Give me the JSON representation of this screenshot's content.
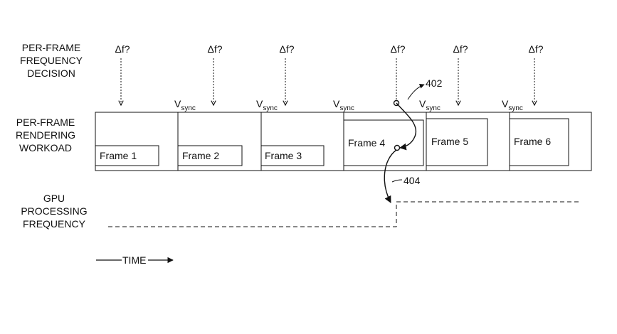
{
  "row_labels": {
    "decision": [
      "PER-FRAME",
      "FREQUENCY",
      "DECISION"
    ],
    "workload": [
      "PER-FRAME",
      "RENDERING",
      "WORKOAD"
    ],
    "gpu": [
      "GPU",
      "PROCESSING",
      "FREQUENCY"
    ]
  },
  "delta_f_label": "Δf?",
  "vsync": {
    "base": "V",
    "sub": "sync"
  },
  "frames": [
    "Frame 1",
    "Frame 2",
    "Frame 3",
    "Frame 4",
    "Frame 5",
    "Frame 6"
  ],
  "callouts": {
    "c402": "402",
    "c404": "404"
  },
  "time_label": "TIME",
  "colors": {
    "ink": "#111111",
    "background": "#ffffff"
  }
}
